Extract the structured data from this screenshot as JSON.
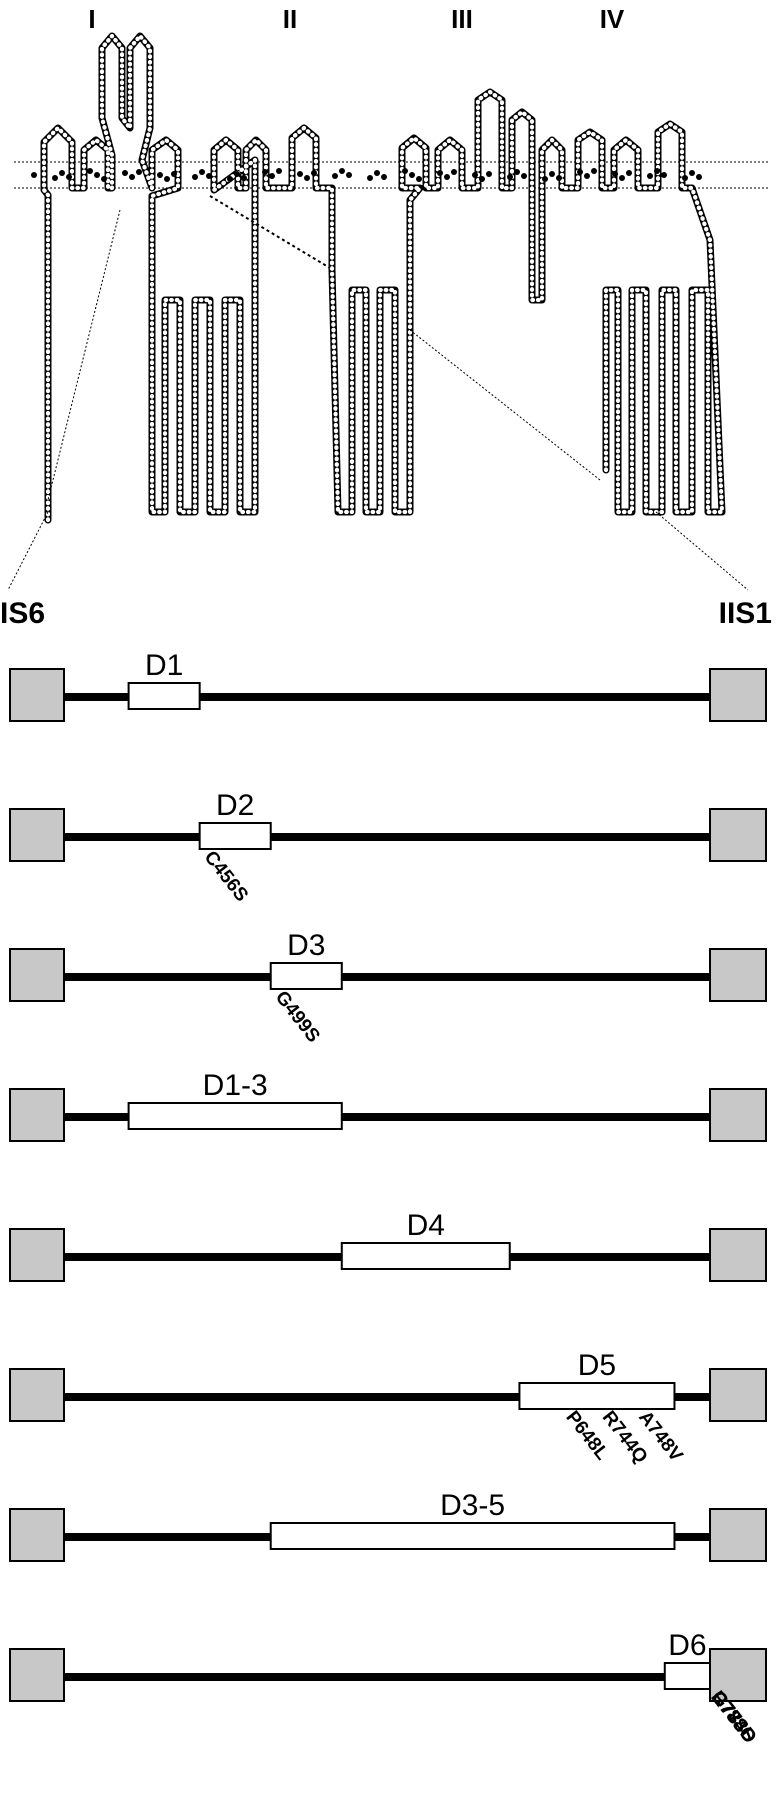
{
  "domains": [
    "I",
    "II",
    "III",
    "IV"
  ],
  "segment_labels": {
    "start": "IS6",
    "end": "IIS1"
  },
  "constructs": [
    {
      "id": "D1",
      "label": "D1",
      "start": 0.1,
      "end": 0.21,
      "mutations": []
    },
    {
      "id": "D2",
      "label": "D2",
      "start": 0.21,
      "end": 0.32,
      "mutations": [
        "C456S"
      ]
    },
    {
      "id": "D3",
      "label": "D3",
      "start": 0.32,
      "end": 0.43,
      "mutations": [
        "G499S"
      ]
    },
    {
      "id": "D1-3",
      "label": "D1-3",
      "start": 0.1,
      "end": 0.43,
      "mutations": []
    },
    {
      "id": "D4",
      "label": "D4",
      "start": 0.43,
      "end": 0.69,
      "mutations": []
    },
    {
      "id": "D5",
      "label": "D5",
      "start": 0.705,
      "end": 0.945,
      "mutations": [
        "P648L",
        "R744Q",
        "A748V"
      ]
    },
    {
      "id": "D3-5",
      "label": "D3-5",
      "start": 0.32,
      "end": 0.945,
      "mutations": []
    },
    {
      "id": "D6",
      "label": "D6",
      "start": 0.93,
      "end": 1.0,
      "mutations": [
        "G773D",
        "G784S",
        "R788C"
      ]
    }
  ],
  "colors": {
    "ink": "#000000",
    "paper": "#ffffff",
    "terminal_box": "#c8c8c8"
  }
}
